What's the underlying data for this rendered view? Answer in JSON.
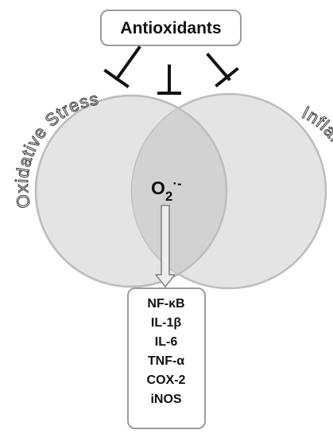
{
  "top_box": {
    "label": "Antioxidants"
  },
  "left_circle": {
    "label": "Oxidative Stress"
  },
  "right_circle": {
    "label": "Inflammation"
  },
  "center": {
    "main": "O",
    "sub": "2",
    "sup": "·-"
  },
  "mediators": {
    "items": [
      "NF-κB",
      "IL-1β",
      "IL-6",
      "TNF-α",
      "COX-2",
      "iNOS"
    ]
  },
  "colors": {
    "circle_fill": "#e4e4e4",
    "circle_stroke": "#bdbdbd",
    "overlap_fill": "#d2d2d2",
    "inhibitor": "#111111",
    "arrow_fill": "#eeeeee",
    "arrow_stroke": "#8c8c8c"
  }
}
